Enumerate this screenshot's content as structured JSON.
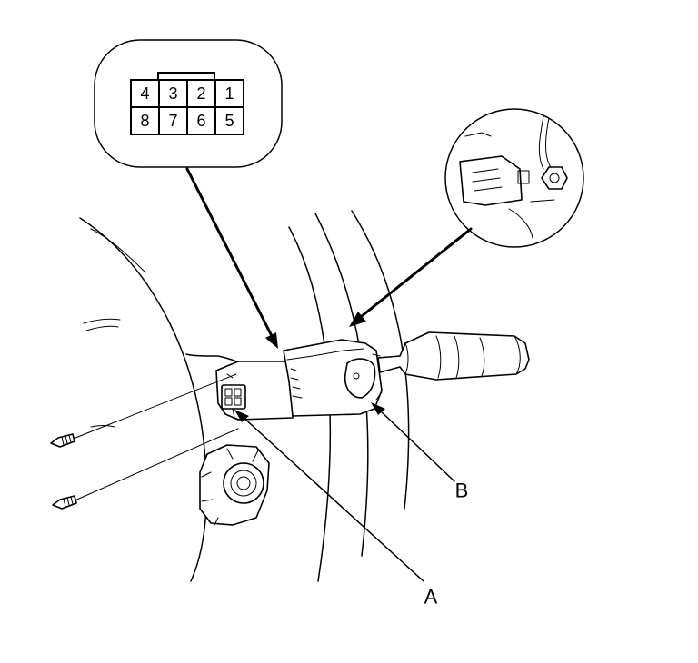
{
  "connector_pins": {
    "top_row": [
      "4",
      "3",
      "2",
      "1"
    ],
    "bottom_row": [
      "8",
      "7",
      "6",
      "5"
    ]
  },
  "callouts": {
    "a": "A",
    "b": "B"
  }
}
